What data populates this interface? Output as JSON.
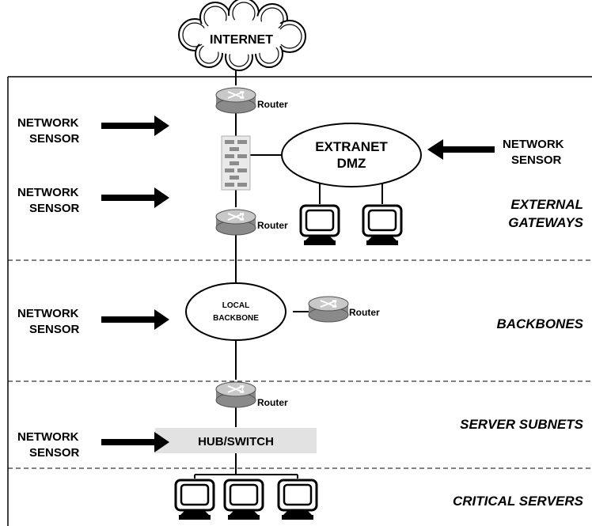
{
  "internet": {
    "label": "INTERNET"
  },
  "sensor": {
    "line1": "NETWORK",
    "line2": "SENSOR"
  },
  "router_label": "Router",
  "extranet": {
    "line1": "EXTRANET",
    "line2": "DMZ"
  },
  "backbone": {
    "line1": "LOCAL",
    "line2": "BACKBONE"
  },
  "hub": {
    "label": "HUB/SWITCH"
  },
  "zones": {
    "external_line1": "EXTERNAL",
    "external_line2": "GATEWAYS",
    "backbones": "BACKBONES",
    "server_subnets": "SERVER SUBNETS",
    "critical_servers": "CRITICAL SERVERS"
  },
  "colors": {
    "router_top": "#c8c8c8",
    "router_side": "#8a8a8a",
    "firewall_fill": "#e9e9e9",
    "brick": "#8c8c8c",
    "hub_fill": "#e2e2e2"
  }
}
